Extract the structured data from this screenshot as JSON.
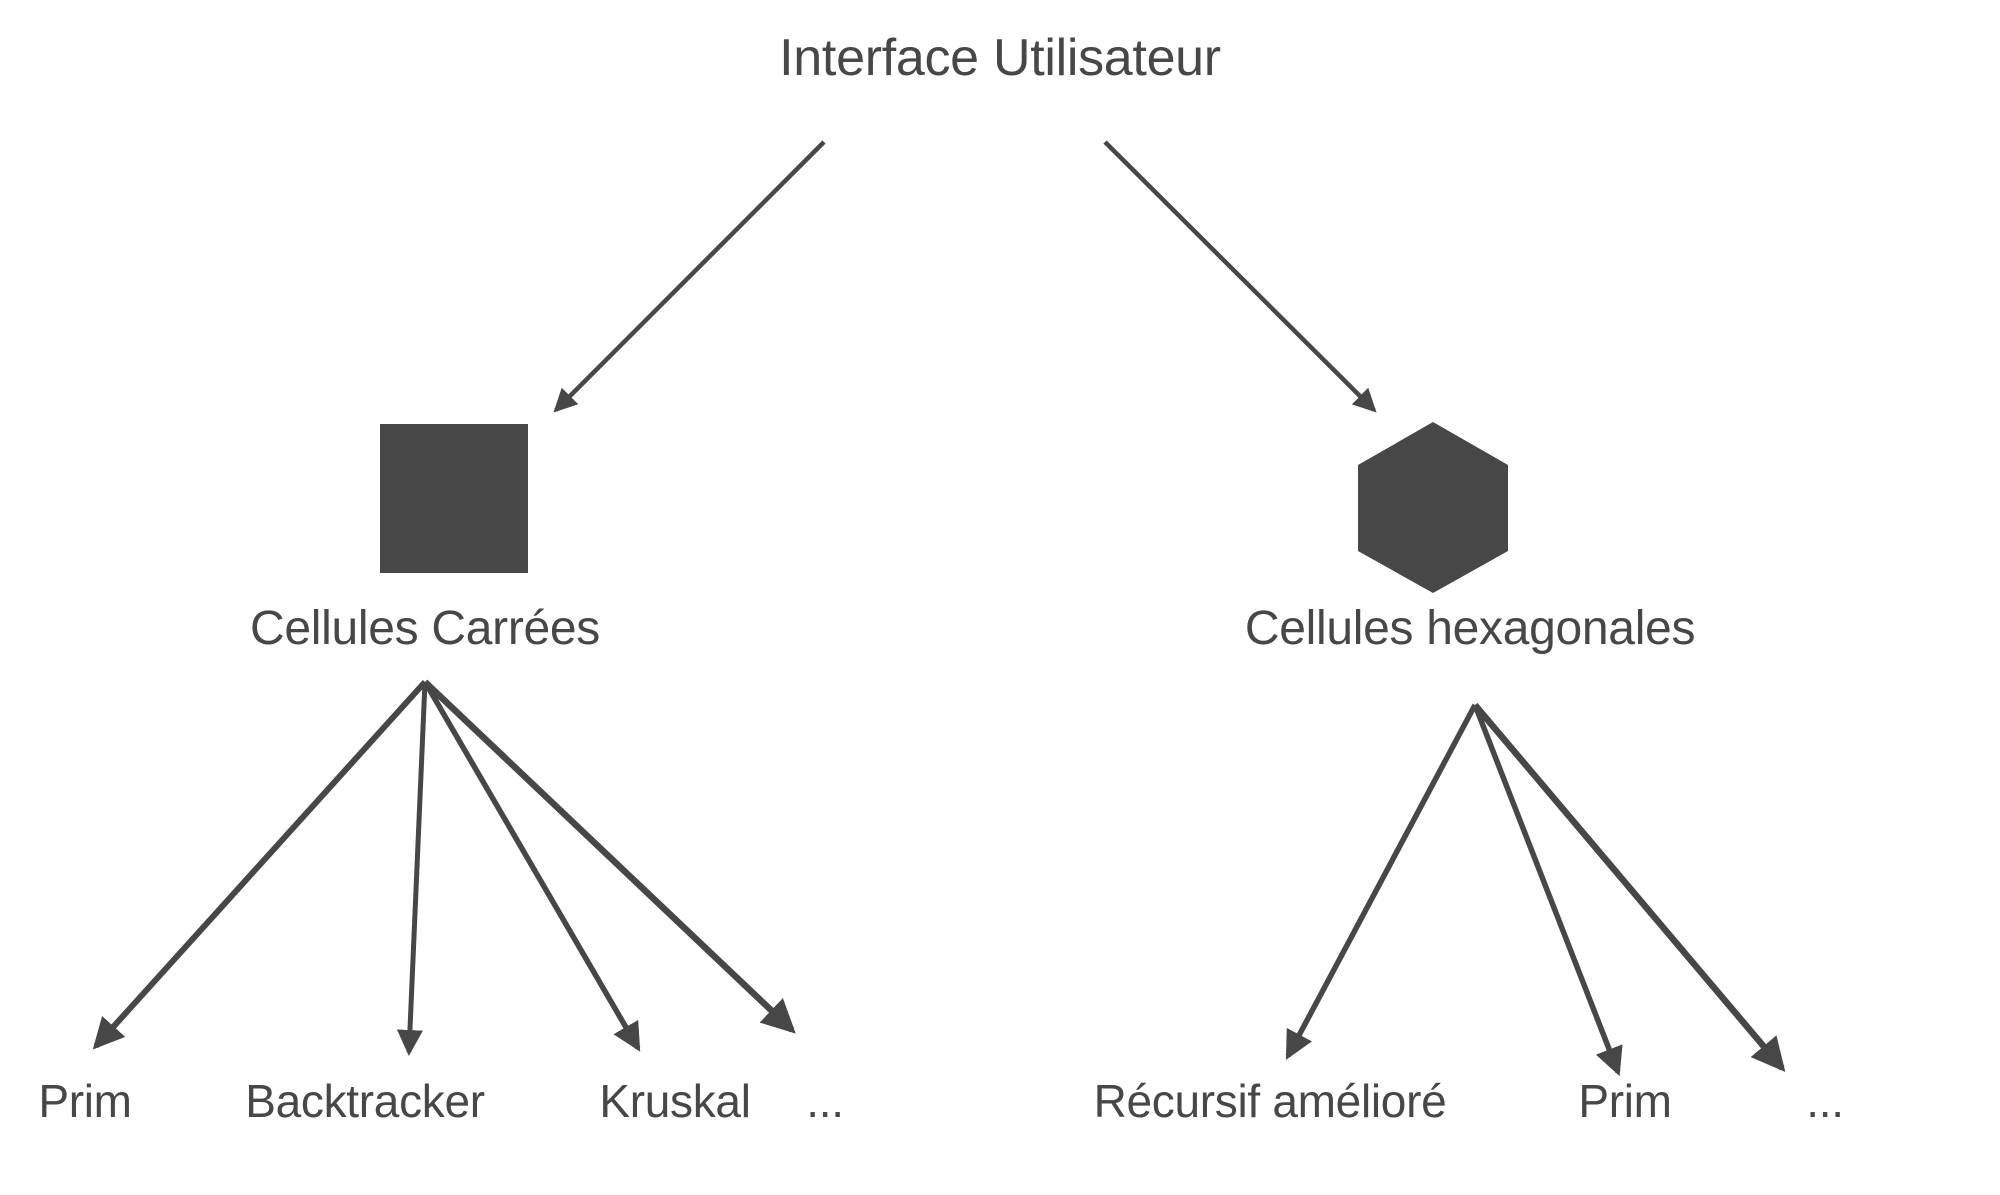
{
  "diagram": {
    "title": "Interface Utilisateur",
    "background_color": "#ffffff",
    "ink_color": "#474747",
    "root": {
      "label": "Interface Utilisateur"
    },
    "branches": [
      {
        "id": "square-cells",
        "label": "Cellules Carrées",
        "shape": "square",
        "shape_fill": "#474747",
        "children": [
          {
            "label": "Prim"
          },
          {
            "label": "Backtracker"
          },
          {
            "label": "Kruskal"
          },
          {
            "label": "..."
          }
        ]
      },
      {
        "id": "hexagonal-cells",
        "label": "Cellules hexagonales",
        "shape": "hexagon",
        "shape_fill": "#474747",
        "children": [
          {
            "label": "Récursif amélioré"
          },
          {
            "label": "Prim"
          },
          {
            "label": "..."
          }
        ]
      }
    ]
  }
}
